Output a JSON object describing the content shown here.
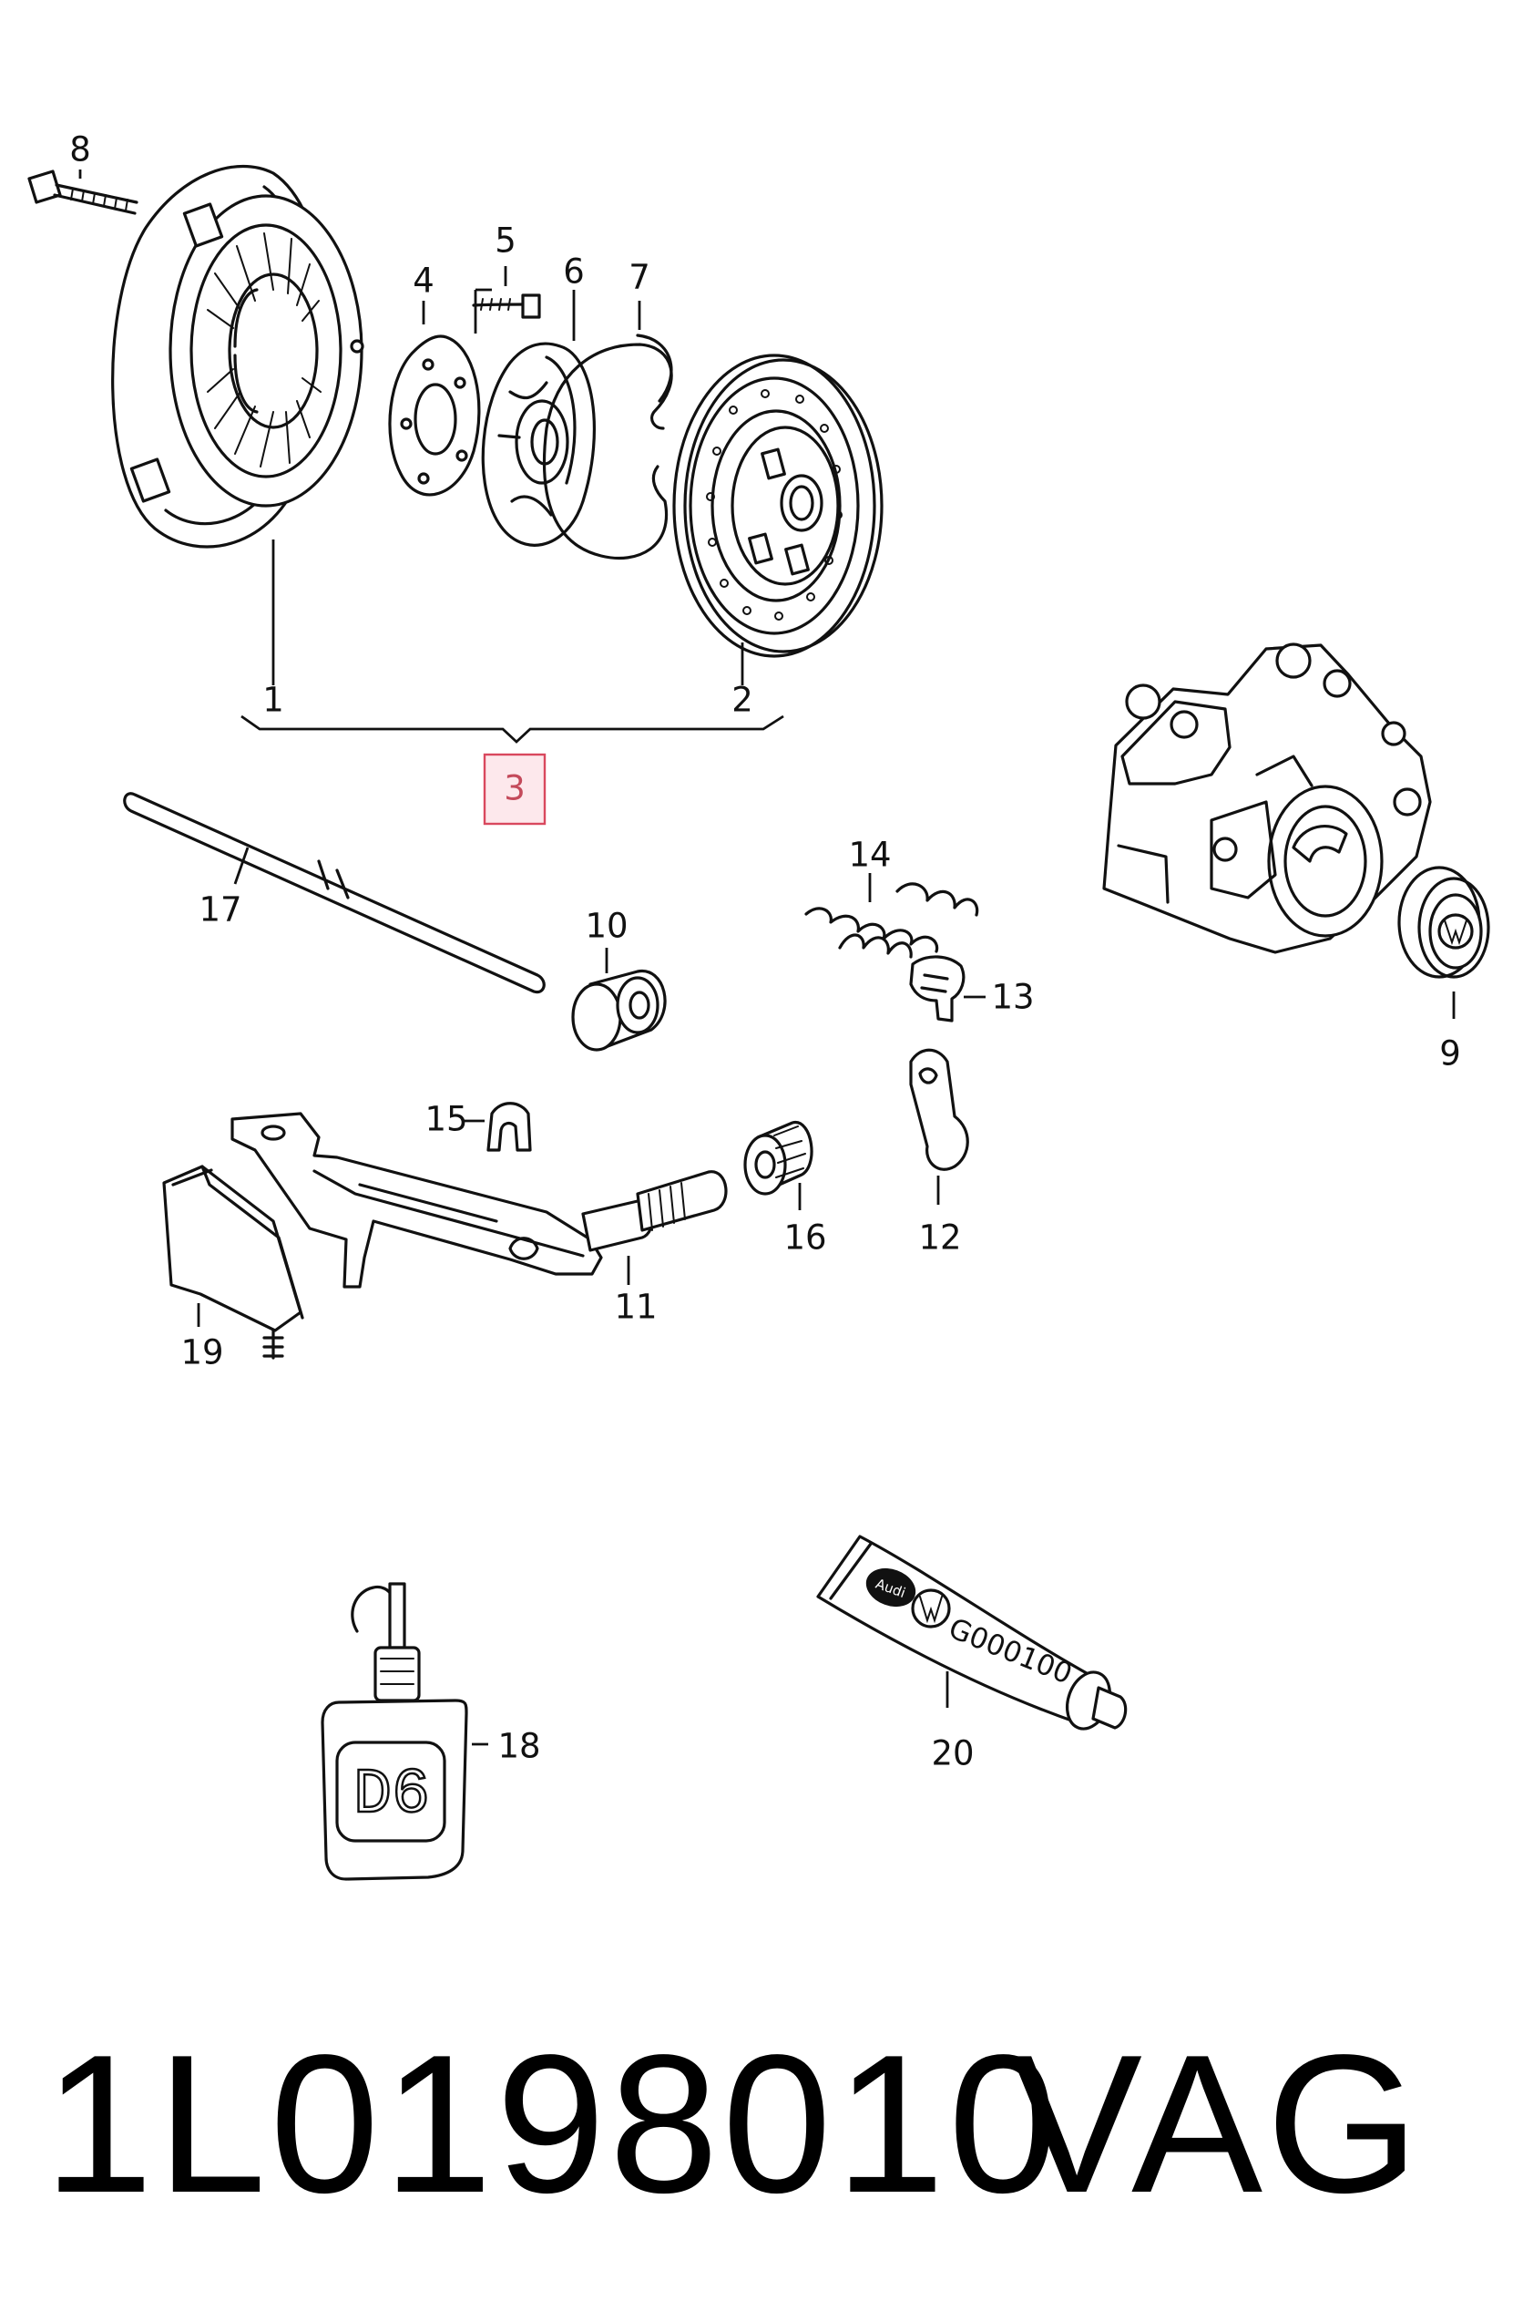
{
  "callouts": {
    "c1": "1",
    "c2": "2",
    "c3": "3",
    "c4": "4",
    "c5": "5",
    "c6": "6",
    "c7": "7",
    "c8": "8",
    "c9": "9",
    "c10": "10",
    "c11": "11",
    "c12": "12",
    "c13": "13",
    "c14": "14",
    "c15": "15",
    "c16": "16",
    "c17": "17",
    "c18": "18",
    "c19": "19",
    "c20": "20"
  },
  "labels": {
    "bottle_text": "D6",
    "tube_code": "G000100",
    "tube_brand": "Audi"
  },
  "footer": {
    "part_number": "1L0198010",
    "brand": "VAG"
  },
  "colors": {
    "highlight_fill": "#fde8ec",
    "highlight_stroke": "#d9485e",
    "line": "#111111"
  },
  "icons": {
    "tube_logo": "vw-logo-icon"
  }
}
